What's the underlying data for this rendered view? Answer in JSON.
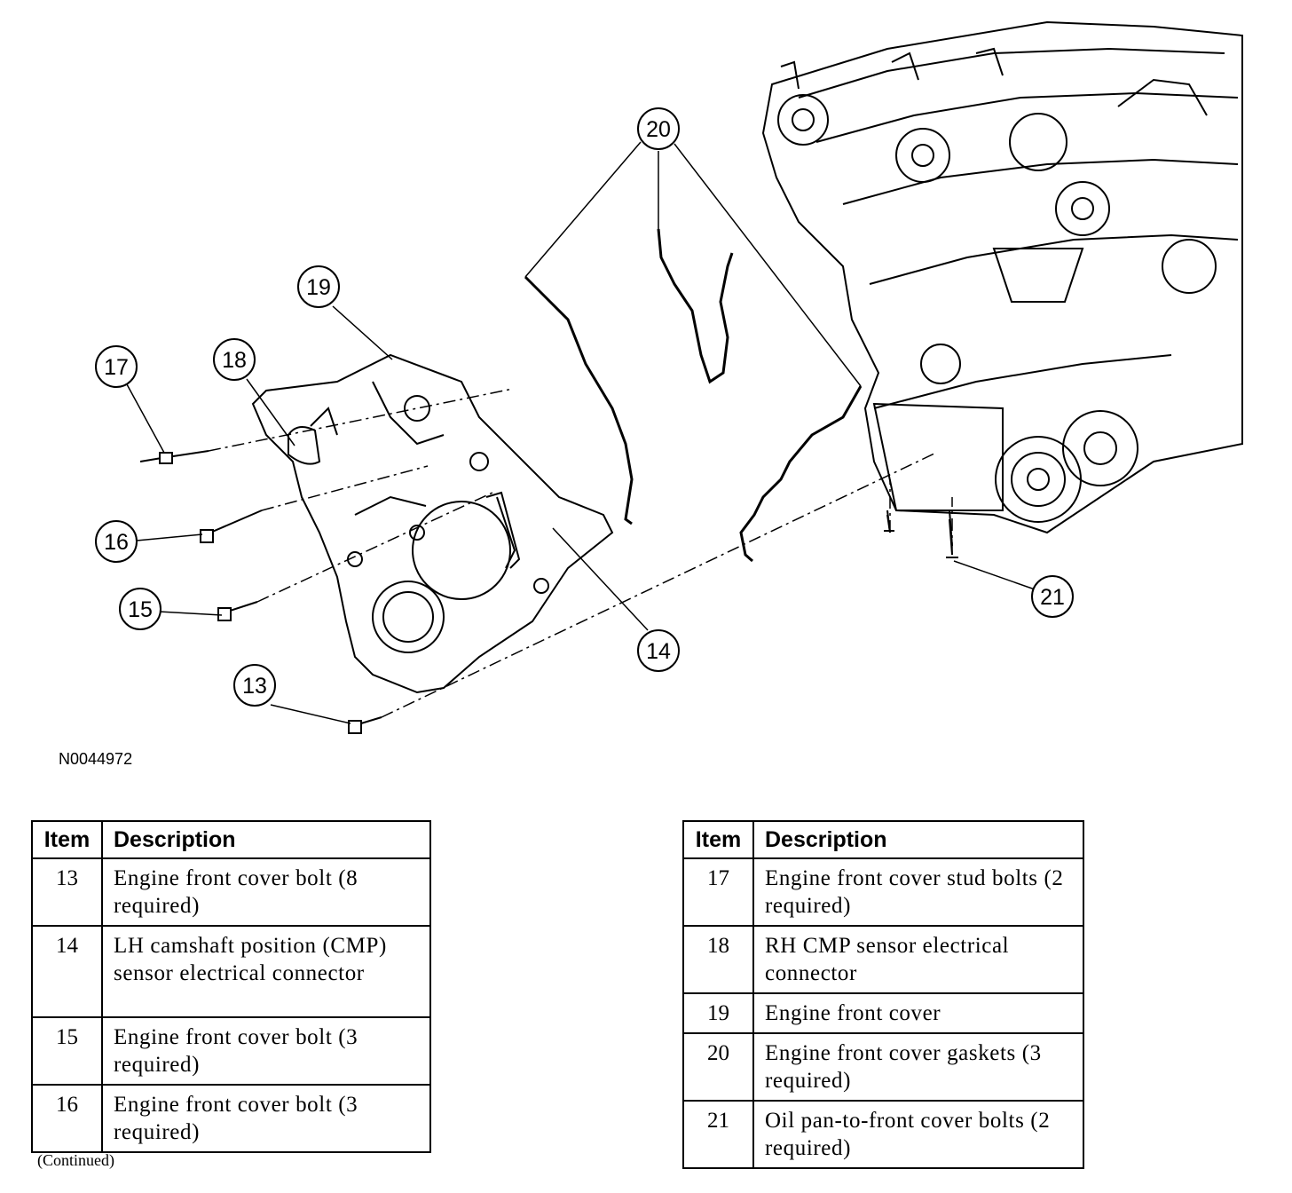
{
  "figure_id": "N0044972",
  "callouts": [
    "13",
    "14",
    "15",
    "16",
    "17",
    "18",
    "19",
    "20",
    "21"
  ],
  "table_headers": {
    "item": "Item",
    "description": "Description"
  },
  "legend_left": [
    {
      "item": "13",
      "description": "Engine front cover bolt (8 required)"
    },
    {
      "item": "14",
      "description": "LH camshaft position (CMP) sensor electrical connector"
    },
    {
      "item": "15",
      "description": "Engine front cover bolt (3 required)"
    },
    {
      "item": "16",
      "description": "Engine front cover bolt (3 required)"
    }
  ],
  "legend_right": [
    {
      "item": "17",
      "description": "Engine front cover stud bolts (2 required)"
    },
    {
      "item": "18",
      "description": "RH CMP sensor electrical connector"
    },
    {
      "item": "19",
      "description": "Engine front cover"
    },
    {
      "item": "20",
      "description": "Engine front cover gaskets (3 required)"
    },
    {
      "item": "21",
      "description": "Oil pan-to-front cover bolts (2 required)"
    }
  ],
  "continued_note": "(Continued)"
}
